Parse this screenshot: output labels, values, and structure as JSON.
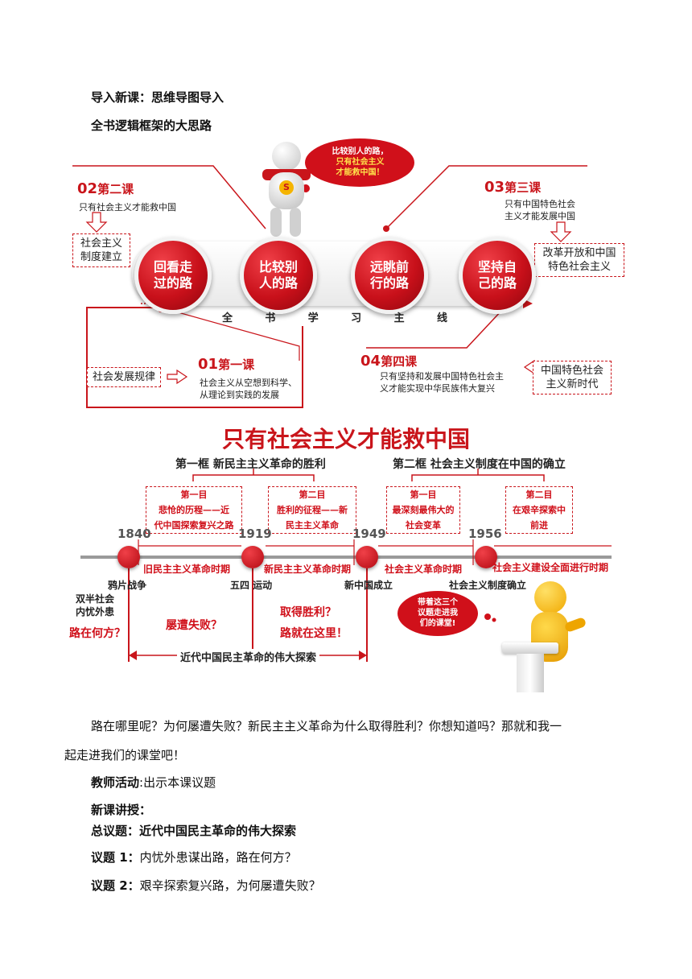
{
  "intro": {
    "line1": "导入新课：思维导图导入",
    "line2": "全书逻辑框架的大思路"
  },
  "mindmap": {
    "speech": [
      "比较别人的路，",
      "只有社会主义",
      "才能救中国！"
    ],
    "badge": "S",
    "lesson2": {
      "num": "02",
      "title": "第二课",
      "desc": "只有社会主义才能救中国",
      "box": [
        "社会主义",
        "制度建立"
      ]
    },
    "lesson3": {
      "num": "03",
      "title": "第三课",
      "desc": [
        "只有中国特色社会",
        "主义才能发展中国"
      ],
      "box": [
        "改革开放和中国",
        "特色社会主义"
      ]
    },
    "lesson1": {
      "num": "01",
      "title": "第一课",
      "desc": [
        "社会主义从空想到科学、",
        "从理论到实践的发展"
      ],
      "box": "社会发展规律"
    },
    "lesson4": {
      "num": "04",
      "title": "第四课",
      "desc": [
        "只有坚持和发展中国特色社会主",
        "义才能实现中华民族伟大复兴"
      ],
      "box": [
        "中国特色社会",
        "主义新时代"
      ]
    },
    "circles": [
      [
        "回看走",
        "过的路"
      ],
      [
        "比较别",
        "人的路"
      ],
      [
        "远眺前",
        "行的路"
      ],
      [
        "坚持自",
        "己的路"
      ]
    ],
    "mainline": [
      "全",
      "书",
      "学",
      "习",
      "主",
      "线"
    ]
  },
  "timeline": {
    "title": "只有社会主义才能救中国",
    "frame1": "第一框  新民主主义革命的胜利",
    "frame2": "第二框  社会主义制度在中国的确立",
    "mu": [
      [
        "第一目",
        "悲怆的历程——近",
        "代中国探索复兴之路"
      ],
      [
        "第二目",
        "胜利的征程——新",
        "民主主义革命"
      ],
      [
        "第一目",
        "最深刻最伟大的",
        "社会变革"
      ],
      [
        "第二目",
        "在艰辛探索中",
        "前进"
      ]
    ],
    "years": [
      "1840",
      "1919",
      "1949",
      "1956"
    ],
    "periods": [
      "旧民主主义革命时期",
      "新民主主义革命时期",
      "社会主义革命时期",
      "社会主义建设全面进行时期"
    ],
    "events": [
      "鸦片战争",
      "五四  运动",
      "新中国成立",
      "社会主义制度确立"
    ],
    "left_note": [
      "双半社会",
      "内忧外患"
    ],
    "where": "路在何方？",
    "fail": "屡遭失败？",
    "win": [
      "取得胜利？",
      "路就在这里！"
    ],
    "bubble": [
      "带着这三个",
      "议题走进我",
      "们的课堂!"
    ],
    "bottom": "近代中国民主革命的伟大探索"
  },
  "body": {
    "para": "路在哪里呢？为何屡遭失败？新民主主义革命为什么取得胜利？你想知道吗？那就和我一起走进我们的课堂吧！",
    "para_line1": "路在哪里呢？为何屡遭失败？新民主主义革命为什么取得胜利？你想知道吗？那就和我一",
    "para_line2": "起走进我们的课堂吧！",
    "teacher_label": "教师活动",
    "teacher_text": ":出示本课议题",
    "new_lesson": "新课讲授：",
    "total_label": "总议题：",
    "total_text": "近代中国民主革命的伟大探索",
    "topic1_label": "议题 1：",
    "topic1_text": "内忧外患谋出路，路在何方？",
    "topic2_label": "议题 2：",
    "topic2_text": "艰辛探索复兴路，为何屡遭失败？"
  }
}
